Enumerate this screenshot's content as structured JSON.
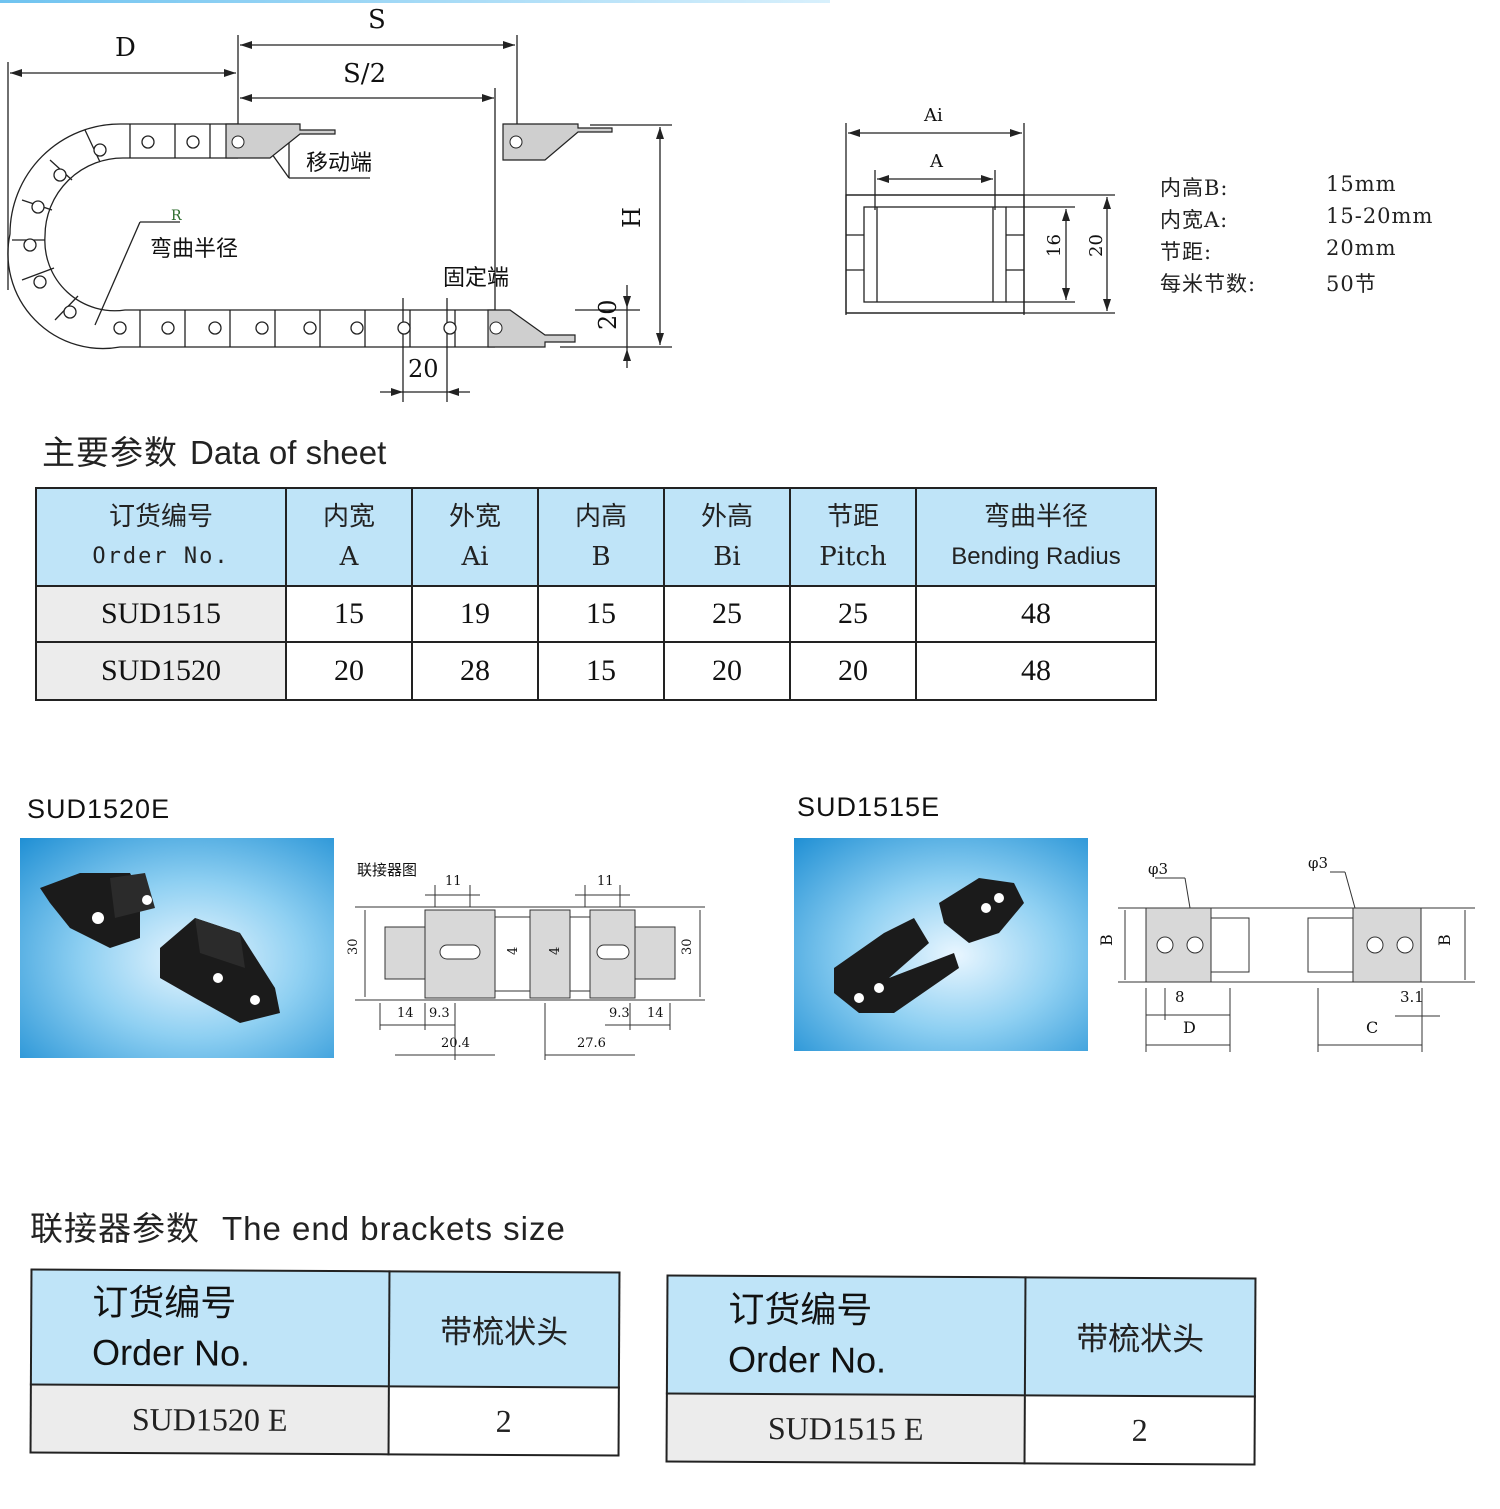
{
  "chain_drawing": {
    "dim_S": "S",
    "dim_D": "D",
    "dim_S2": "S/2",
    "dim_H": "H",
    "dim_R": "R",
    "label_moving_end": "移动端",
    "label_bend_radius": "弯曲半径",
    "label_fixed_end": "固定端",
    "dim_pitch": "20",
    "dim_height": "20"
  },
  "cross_section": {
    "dim_Ai": "Ai",
    "dim_A": "A",
    "dim_16": "16",
    "dim_20": "20"
  },
  "specs": [
    {
      "label": "内高B:",
      "value": "15mm"
    },
    {
      "label": "内宽A:",
      "value": "15-20mm"
    },
    {
      "label": "节距:",
      "value": "20mm"
    },
    {
      "label": "每米节数:",
      "value": "50节"
    }
  ],
  "data_sheet": {
    "title_zh": "主要参数",
    "title_en": "Data of sheet",
    "headers": [
      {
        "zh": "订货编号",
        "en": "Order No."
      },
      {
        "zh": "内宽",
        "en": "A"
      },
      {
        "zh": "外宽",
        "en": "Ai"
      },
      {
        "zh": "内高",
        "en": "B"
      },
      {
        "zh": "外高",
        "en": "Bi"
      },
      {
        "zh": "节距",
        "en": "Pitch"
      },
      {
        "zh": "弯曲半径",
        "en": "Bending Radius"
      }
    ],
    "rows": [
      [
        "SUD1515",
        "15",
        "19",
        "15",
        "25",
        "25",
        "48"
      ],
      [
        "SUD1520",
        "20",
        "28",
        "15",
        "20",
        "20",
        "48"
      ]
    ]
  },
  "bracket_1520": {
    "title": "SUD1520E",
    "drawing_title": "联接器图",
    "dims": {
      "d11a": "11",
      "d11b": "11",
      "d30a": "30",
      "d30b": "30",
      "d4a": "4",
      "d4b": "4",
      "d14a": "14",
      "d93a": "9.3",
      "d204": "20.4",
      "d93b": "9.3",
      "d14b": "14",
      "d276": "27.6"
    }
  },
  "bracket_1515": {
    "title": "SUD1515E",
    "dims": {
      "phi_a": "φ3",
      "phi_b": "φ3",
      "B_left": "B",
      "B_right": "B",
      "d8": "8",
      "D": "D",
      "d31": "3.1",
      "C": "C"
    }
  },
  "end_brackets": {
    "title_zh": "联接器参数",
    "title_en": "The end brackets  size",
    "tables": [
      {
        "header_zh": "订货编号",
        "header_en": "Order No.",
        "type_header": "带梳状头",
        "code": "SUD1520 E",
        "value": "2"
      },
      {
        "header_zh": "订货编号",
        "header_en": "Order No.",
        "type_header": "带梳状头",
        "code": "SUD1515 E",
        "value": "2"
      }
    ]
  },
  "colors": {
    "table_header": "#bfe4f8",
    "code_cell": "#ececec",
    "photo_blue": "#1f8fd4"
  }
}
